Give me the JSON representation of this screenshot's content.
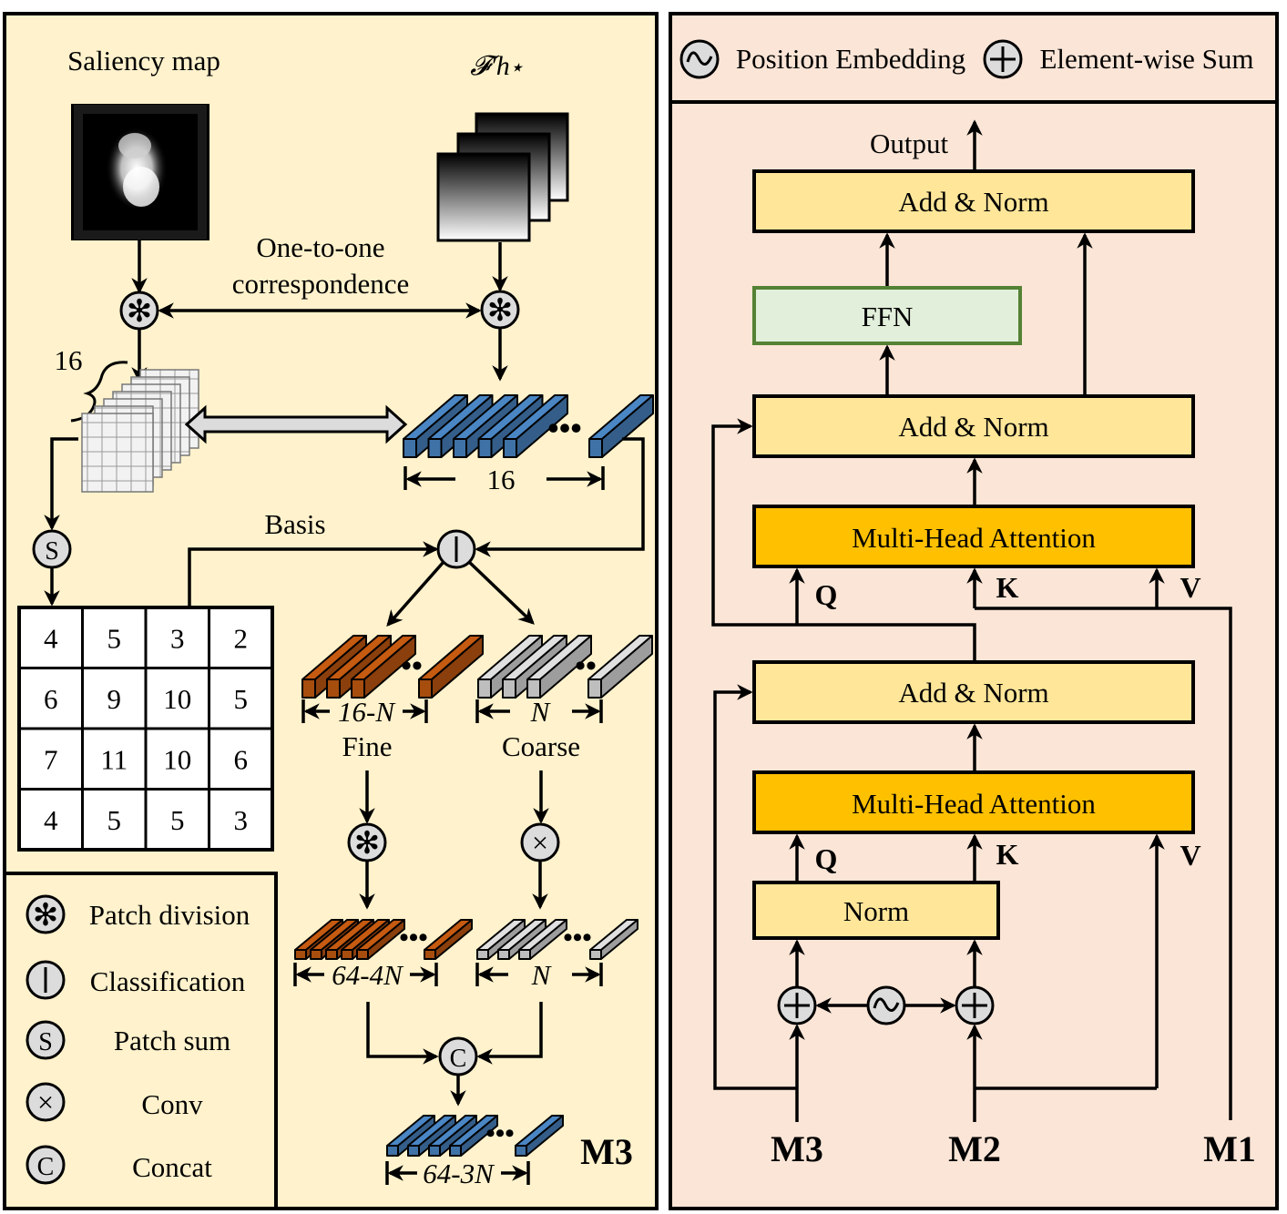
{
  "left_panel": {
    "saliency_title": "Saliency map",
    "feature_label": "𝓕′h⋆",
    "correspondence_line1": "One-to-one",
    "correspondence_line2": "correspondence",
    "patch_count_label": "16",
    "token_count_label": "16",
    "basis_label": "Basis",
    "fine_count_label": "16-N",
    "coarse_count_label": "N",
    "fine_label": "Fine",
    "coarse_label": "Coarse",
    "fine_conv_count_label": "64-4N",
    "coarse_conv_count_label": "N",
    "concat_count_label": "64-3N",
    "output_label": "M3",
    "score_grid": [
      [
        4,
        5,
        3,
        2
      ],
      [
        6,
        9,
        10,
        5
      ],
      [
        7,
        11,
        10,
        6
      ],
      [
        4,
        5,
        5,
        3
      ]
    ],
    "colors": {
      "background": "#fff2cc",
      "fine_tokens": "#c55a11",
      "coarse_tokens": "#e0e0e0",
      "tokens": "#4a86c4"
    }
  },
  "legend": {
    "items": [
      {
        "icon": "asterisk-icon",
        "symbol": "✻",
        "label": "Patch division"
      },
      {
        "icon": "bar-icon",
        "symbol": "|",
        "label": "Classification"
      },
      {
        "icon": "s-icon",
        "symbol": "S",
        "label": "Patch sum"
      },
      {
        "icon": "cross-icon",
        "symbol": "×",
        "label": "Conv"
      },
      {
        "icon": "c-icon",
        "symbol": "C",
        "label": "Concat"
      }
    ]
  },
  "right_panel": {
    "legend_position_embedding": "Position Embedding",
    "legend_element_sum": "Element-wise Sum",
    "output_label": "Output",
    "blocks": {
      "add_norm_top": "Add & Norm",
      "ffn": "FFN",
      "add_norm_mid": "Add & Norm",
      "mha_top": "Multi-Head Attention",
      "add_norm_bottom": "Add & Norm",
      "mha_bottom": "Multi-Head Attention",
      "norm": "Norm"
    },
    "q_label": "Q",
    "k_label": "K",
    "v_label": "V",
    "inputs": [
      "M3",
      "M2",
      "M1"
    ],
    "colors": {
      "background": "#fbe5d6",
      "add_norm": "#ffe699",
      "ffn": "#e2efda",
      "ffn_border": "#548235",
      "mha": "#ffc000"
    }
  }
}
